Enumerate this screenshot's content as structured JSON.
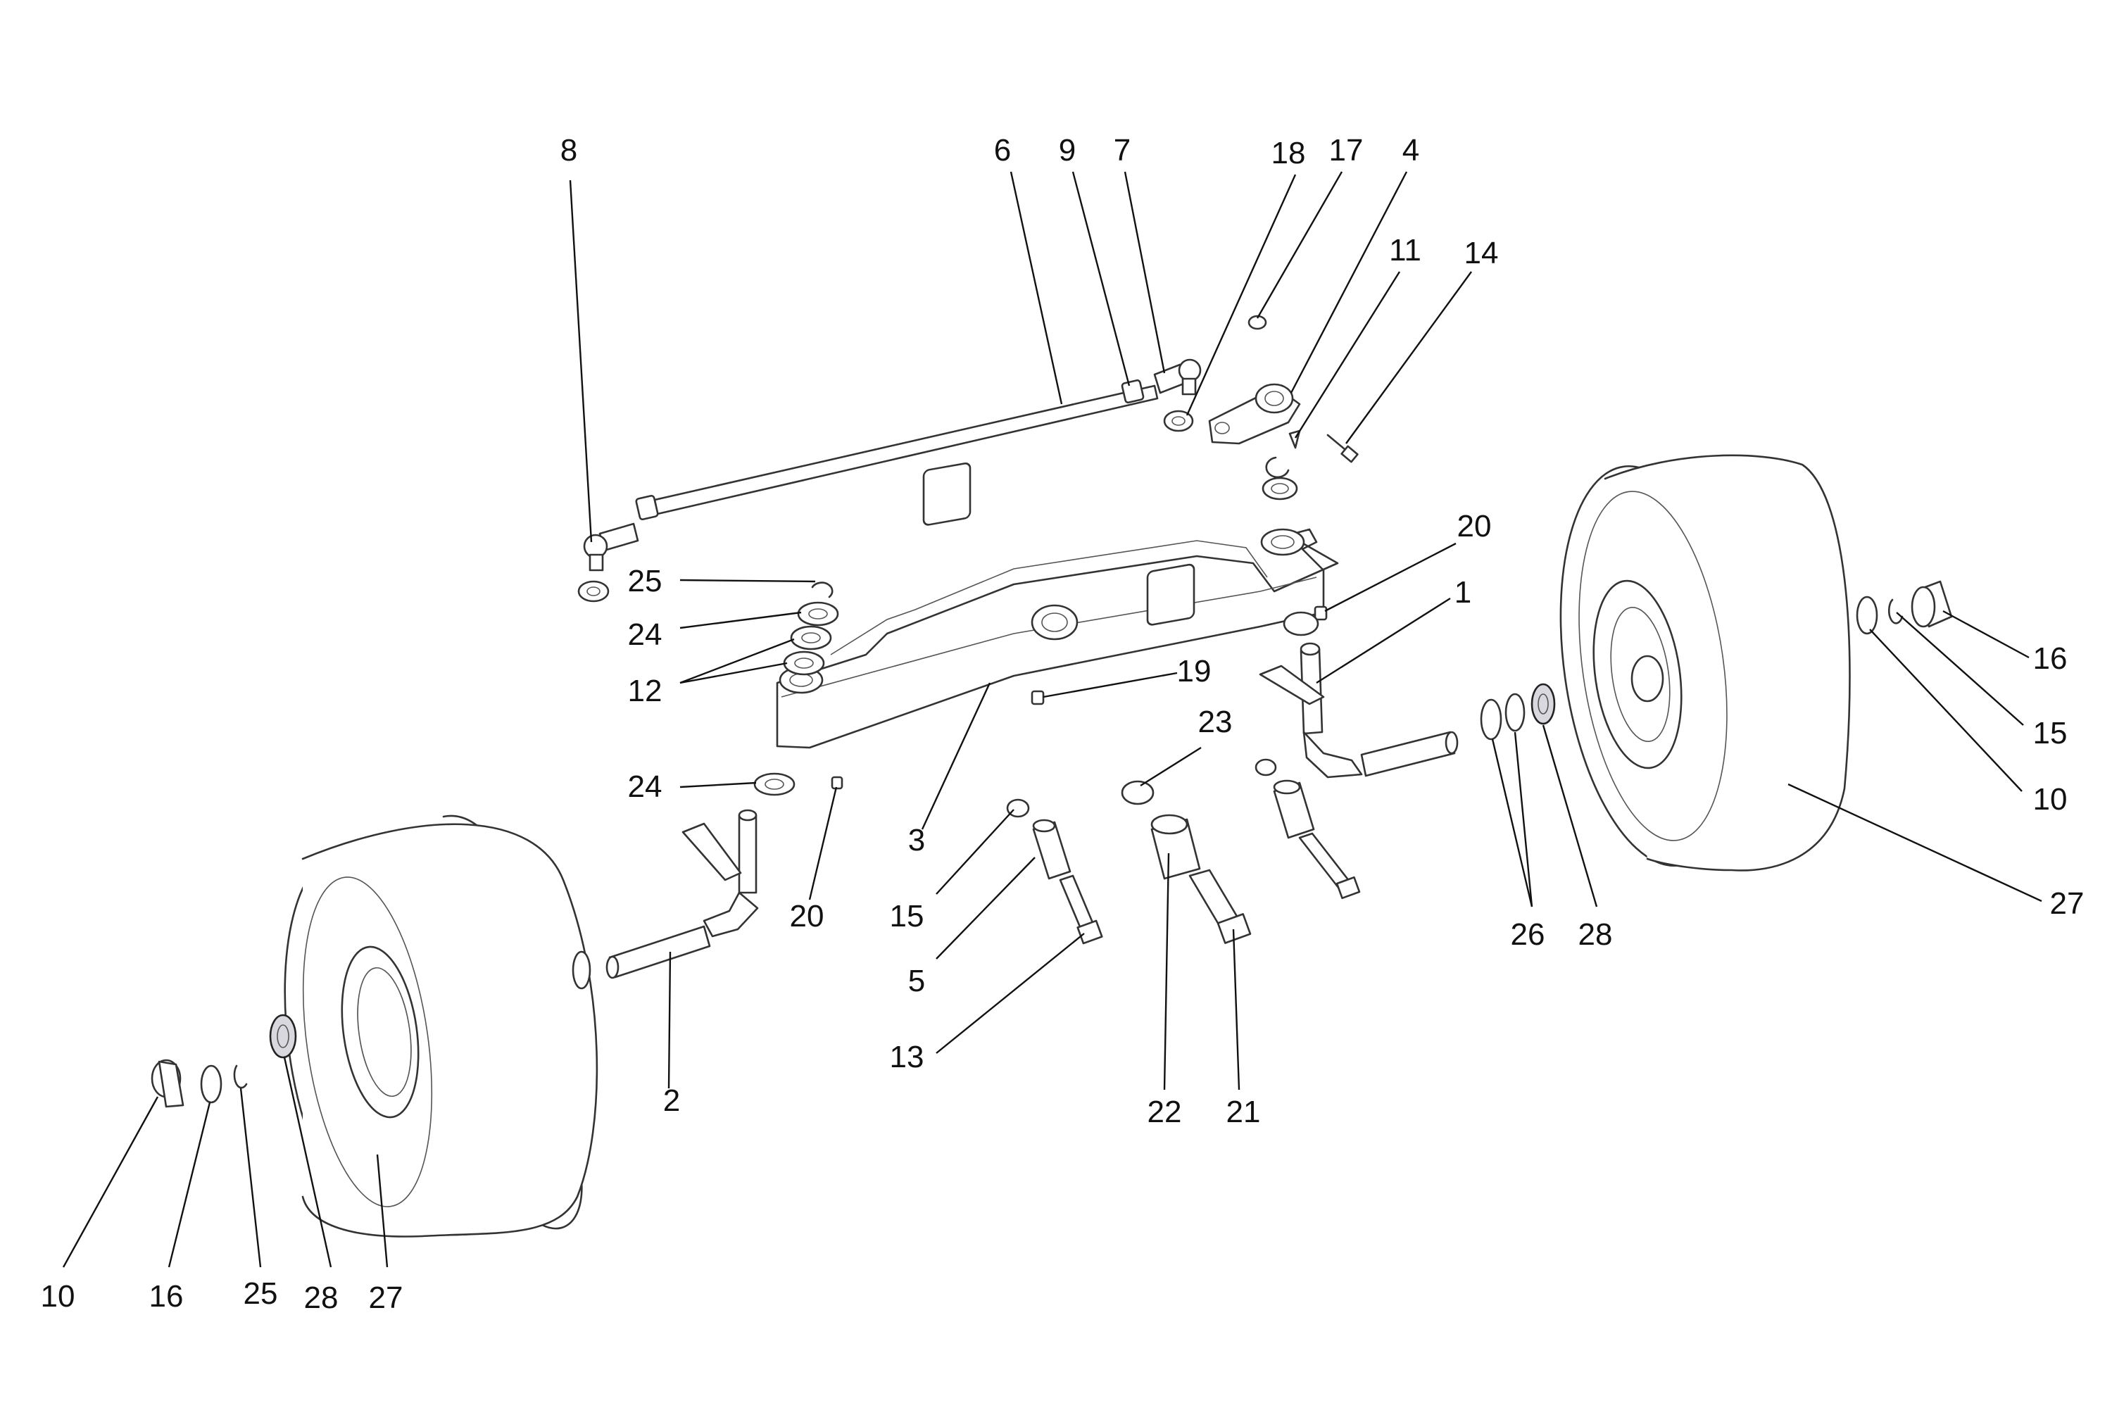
{
  "diagram": {
    "title": "Front axle and steering assembly exploded view",
    "line_color": "#333333",
    "background": "#ffffff",
    "callouts": [
      {
        "id": "c8",
        "label": "8"
      },
      {
        "id": "c6",
        "label": "6"
      },
      {
        "id": "c9",
        "label": "9"
      },
      {
        "id": "c7",
        "label": "7"
      },
      {
        "id": "c18",
        "label": "18"
      },
      {
        "id": "c17",
        "label": "17"
      },
      {
        "id": "c4",
        "label": "4"
      },
      {
        "id": "c11",
        "label": "11"
      },
      {
        "id": "c14",
        "label": "14"
      },
      {
        "id": "c20a",
        "label": "20"
      },
      {
        "id": "c1",
        "label": "1"
      },
      {
        "id": "c25a",
        "label": "25"
      },
      {
        "id": "c24a",
        "label": "24"
      },
      {
        "id": "c12",
        "label": "12"
      },
      {
        "id": "c19",
        "label": "19"
      },
      {
        "id": "c23",
        "label": "23"
      },
      {
        "id": "c24b",
        "label": "24"
      },
      {
        "id": "c20b",
        "label": "20"
      },
      {
        "id": "c3",
        "label": "3"
      },
      {
        "id": "c15a",
        "label": "15"
      },
      {
        "id": "c5",
        "label": "5"
      },
      {
        "id": "c13",
        "label": "13"
      },
      {
        "id": "c22",
        "label": "22"
      },
      {
        "id": "c21",
        "label": "21"
      },
      {
        "id": "c2",
        "label": "2"
      },
      {
        "id": "c16a",
        "label": "16"
      },
      {
        "id": "c15b",
        "label": "15"
      },
      {
        "id": "c10a",
        "label": "10"
      },
      {
        "id": "c27a",
        "label": "27"
      },
      {
        "id": "c26",
        "label": "26"
      },
      {
        "id": "c28a",
        "label": "28"
      },
      {
        "id": "c10b",
        "label": "10"
      },
      {
        "id": "c16b",
        "label": "16"
      },
      {
        "id": "c25b",
        "label": "25"
      },
      {
        "id": "c28b",
        "label": "28"
      },
      {
        "id": "c27b",
        "label": "27"
      }
    ]
  }
}
